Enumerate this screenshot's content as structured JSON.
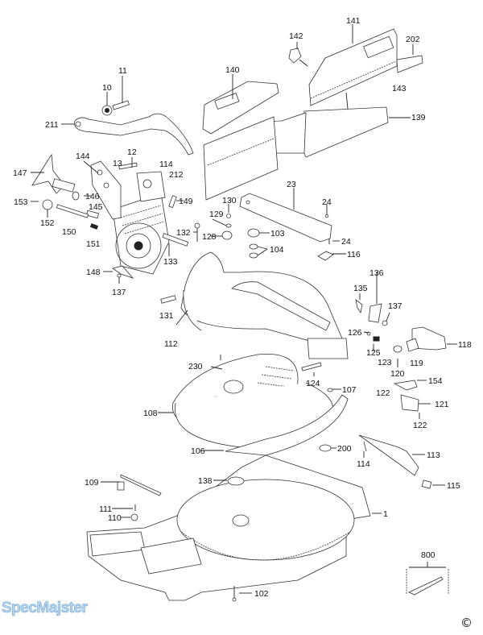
{
  "diagram": {
    "type": "exploded-parts-diagram",
    "subject": "miter saw assembly",
    "watermark": "SpecMajster",
    "copyright_symbol": "©",
    "part_labels": [
      {
        "id": "p141",
        "text": "141"
      },
      {
        "id": "p142",
        "text": "142"
      },
      {
        "id": "p202",
        "text": "202"
      },
      {
        "id": "p143",
        "text": "143"
      },
      {
        "id": "p139",
        "text": "139"
      },
      {
        "id": "p140",
        "text": "140"
      },
      {
        "id": "p11",
        "text": "11"
      },
      {
        "id": "p10",
        "text": "10"
      },
      {
        "id": "p211",
        "text": "211"
      },
      {
        "id": "p144",
        "text": "144"
      },
      {
        "id": "p12",
        "text": "12"
      },
      {
        "id": "p13",
        "text": "13"
      },
      {
        "id": "p114a",
        "text": "114"
      },
      {
        "id": "p212",
        "text": "212"
      },
      {
        "id": "p147",
        "text": "147"
      },
      {
        "id": "p146",
        "text": "146"
      },
      {
        "id": "p149",
        "text": "149"
      },
      {
        "id": "p153",
        "text": "153"
      },
      {
        "id": "p145",
        "text": "145"
      },
      {
        "id": "p152",
        "text": "152"
      },
      {
        "id": "p150",
        "text": "150"
      },
      {
        "id": "p151",
        "text": "151"
      },
      {
        "id": "p133",
        "text": "133"
      },
      {
        "id": "p23",
        "text": "23"
      },
      {
        "id": "p24a",
        "text": "24"
      },
      {
        "id": "p130",
        "text": "130"
      },
      {
        "id": "p129",
        "text": "129"
      },
      {
        "id": "p132",
        "text": "132"
      },
      {
        "id": "p128",
        "text": "128"
      },
      {
        "id": "p103",
        "text": "103"
      },
      {
        "id": "p24b",
        "text": "24"
      },
      {
        "id": "p104",
        "text": "104"
      },
      {
        "id": "p116",
        "text": "116"
      },
      {
        "id": "p148",
        "text": "148"
      },
      {
        "id": "p137a",
        "text": "137"
      },
      {
        "id": "p136",
        "text": "136"
      },
      {
        "id": "p135",
        "text": "135"
      },
      {
        "id": "p137b",
        "text": "137"
      },
      {
        "id": "p131",
        "text": "131"
      },
      {
        "id": "p112",
        "text": "112"
      },
      {
        "id": "p126",
        "text": "126"
      },
      {
        "id": "p118",
        "text": "118"
      },
      {
        "id": "p125",
        "text": "125"
      },
      {
        "id": "p123",
        "text": "123"
      },
      {
        "id": "p119",
        "text": "119"
      },
      {
        "id": "p120",
        "text": "120"
      },
      {
        "id": "p230",
        "text": "230"
      },
      {
        "id": "p124",
        "text": "124"
      },
      {
        "id": "p154",
        "text": "154"
      },
      {
        "id": "p107",
        "text": "107"
      },
      {
        "id": "p122a",
        "text": "122"
      },
      {
        "id": "p121",
        "text": "121"
      },
      {
        "id": "p108",
        "text": "108"
      },
      {
        "id": "p122b",
        "text": "122"
      },
      {
        "id": "p106",
        "text": "106"
      },
      {
        "id": "p200",
        "text": "200"
      },
      {
        "id": "p114b",
        "text": "114"
      },
      {
        "id": "p113",
        "text": "113"
      },
      {
        "id": "p109",
        "text": "109"
      },
      {
        "id": "p138",
        "text": "138"
      },
      {
        "id": "p115",
        "text": "115"
      },
      {
        "id": "p111",
        "text": "111"
      },
      {
        "id": "p110",
        "text": "110"
      },
      {
        "id": "p1",
        "text": "1"
      },
      {
        "id": "p800",
        "text": "800"
      },
      {
        "id": "p102",
        "text": "102"
      }
    ]
  }
}
